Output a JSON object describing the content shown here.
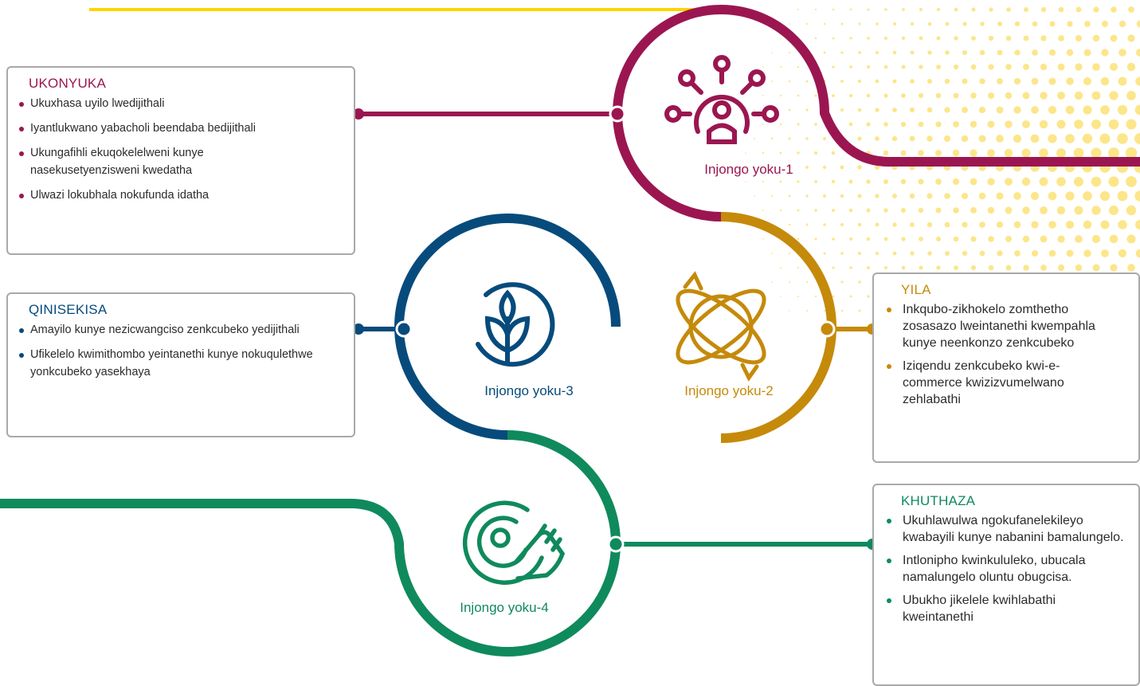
{
  "colors": {
    "goal1": "#9b1650",
    "goal2": "#c58a0a",
    "goal3": "#064b7c",
    "goal4": "#0f8a5c",
    "accent_yellow": "#ffd400",
    "dots": "#fbe68a",
    "card_border": "#a9a9a9"
  },
  "goals": [
    {
      "label": "Injongo yoku-1",
      "icon": "people-network-icon"
    },
    {
      "label": "Injongo yoku-2",
      "icon": "globe-orbit-icon"
    },
    {
      "label": "Injongo yoku-3",
      "icon": "leaf-circle-icon"
    },
    {
      "label": "Injongo yoku-4",
      "icon": "hand-disc-icon"
    }
  ],
  "cards": {
    "ukonyuka": {
      "title": "UKONYUKA",
      "items": [
        "Ukuxhasa uyilo lwedijithali",
        "Iyantlukwano yabacholi beendaba bedijithali",
        "Ukungafihli ekuqokelelweni kunye nasekusetyenzisweni kwedatha",
        "Ulwazi lokubhala nokufunda idatha"
      ]
    },
    "qinisekisa": {
      "title": "QINISEKISA",
      "items": [
        "Amayilo kunye nezicwangciso zenkcubeko yedijithali",
        "Ufikelelo kwimithombo yeintanethi kunye nokuqulethwe yonkcubeko yasekhaya"
      ]
    },
    "yila": {
      "title": "YILA",
      "items": [
        "Inkqubo-zikhokelo zomthetho zosasazo lweintanethi kwempahla kunye neenkonzo zenkcubeko",
        "Iziqendu zenkcubeko kwi-e-commerce kwizizvumelwano zehlabathi"
      ]
    },
    "khuthaza": {
      "title": "KHUTHAZA",
      "items": [
        "Ukuhlawulwa ngokufanelekileyo kwabayili kunye nabanini bamalungelo.",
        "Intlonipho kwinkululeko, ubucala namalungelo oluntu obugcisa.",
        "Ubukho jikelele kwihlabathi kweintanethi"
      ]
    }
  }
}
